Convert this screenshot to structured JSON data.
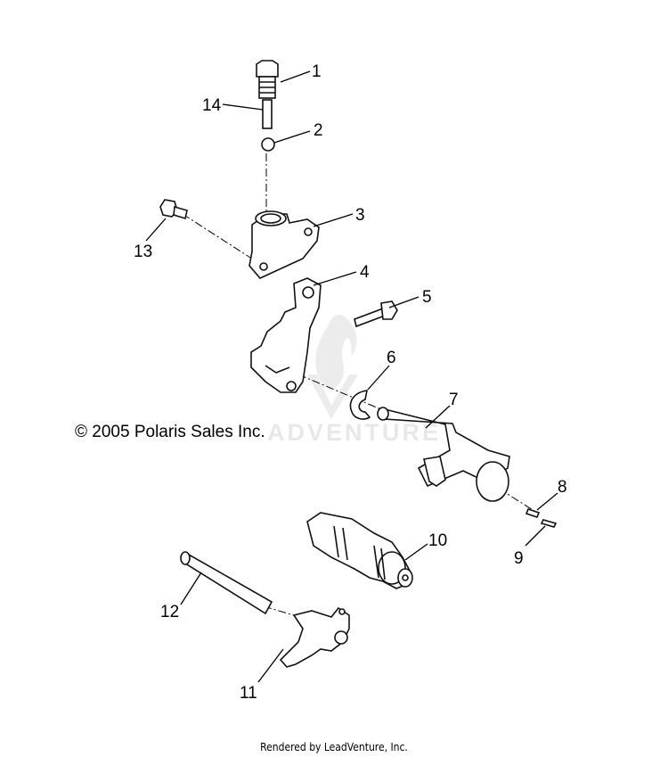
{
  "callouts": [
    {
      "id": "1",
      "label": "1"
    },
    {
      "id": "2",
      "label": "2"
    },
    {
      "id": "3",
      "label": "3"
    },
    {
      "id": "4",
      "label": "4"
    },
    {
      "id": "5",
      "label": "5"
    },
    {
      "id": "6",
      "label": "6"
    },
    {
      "id": "7",
      "label": "7"
    },
    {
      "id": "8",
      "label": "8"
    },
    {
      "id": "9",
      "label": "9"
    },
    {
      "id": "10",
      "label": "10"
    },
    {
      "id": "11",
      "label": "11"
    },
    {
      "id": "12",
      "label": "12"
    },
    {
      "id": "13",
      "label": "13"
    },
    {
      "id": "14",
      "label": "14"
    }
  ],
  "copyright": "© 2005 Polaris Sales Inc.",
  "watermark": "ADVENTURE",
  "footer": "Rendered by LeadVenture, Inc."
}
